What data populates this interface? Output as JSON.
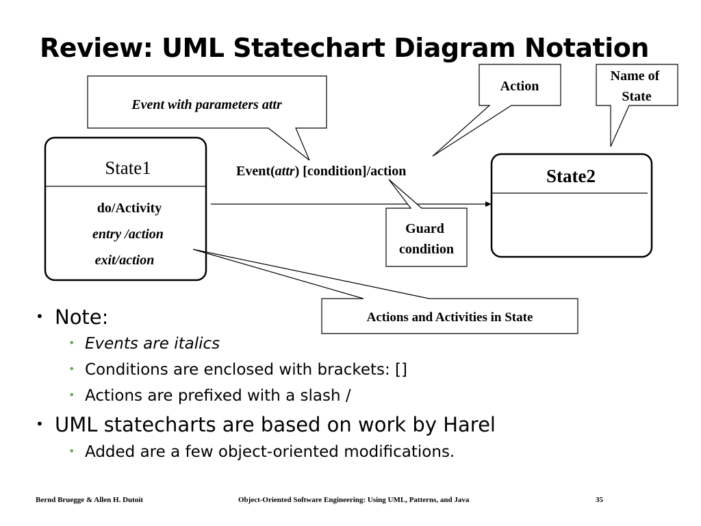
{
  "slide": {
    "title": "Review: UML Statechart Diagram Notation"
  },
  "diagram": {
    "state1": {
      "name": "State1",
      "internal_actions": [
        "do/Activity",
        "entry /action",
        "exit/action"
      ]
    },
    "state2": {
      "name": "State2"
    },
    "transition": {
      "event": "Event(",
      "attr": "attr",
      "rest": ") [condition]/action"
    },
    "callouts": {
      "event_params": "Event with parameters attr",
      "action": "Action",
      "name_of_state": [
        "Name of",
        "State"
      ],
      "guard_condition": [
        "Guard",
        "condition"
      ],
      "actions_activities": "Actions and Activities in State"
    }
  },
  "notes": {
    "heading": "Note:",
    "items": [
      "Events are italics",
      "Conditions are enclosed with brackets: []",
      "Actions are prefixed with a slash /"
    ],
    "harel": "UML statecharts are based on work by Harel",
    "harel_sub": "Added are a  few object-oriented modifications."
  },
  "footer": {
    "authors": "Bernd Bruegge & Allen H. Dutoit",
    "book": "Object-Oriented Software Engineering: Using UML, Patterns, and Java",
    "page": "35"
  }
}
